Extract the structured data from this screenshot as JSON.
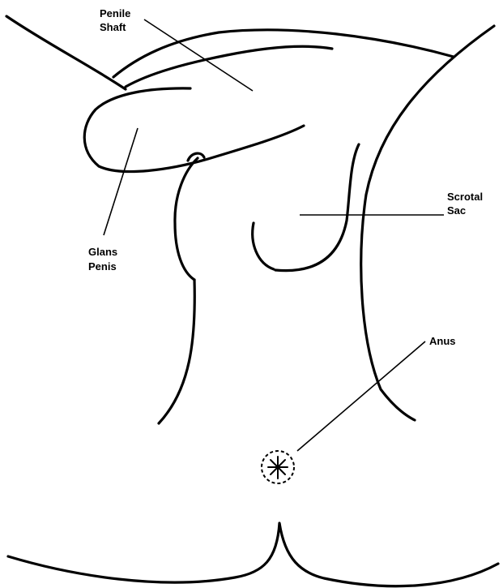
{
  "labels": {
    "penile_shaft": [
      "Penile",
      "Shaft"
    ],
    "glans_penis": [
      "Glans",
      "Penis"
    ],
    "scrotal_sac": [
      "Scrotal",
      "Sac"
    ],
    "anus": [
      "Anus"
    ]
  }
}
